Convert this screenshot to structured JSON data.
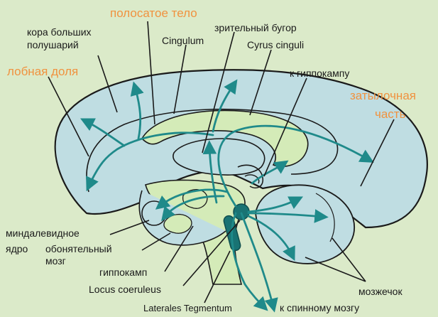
{
  "labels": {
    "striatum": "полосатое тело",
    "cortex_line1": "кора больших",
    "cortex_line2": "полушарий",
    "cingulum": "Cingulum",
    "thalamus": "зрительный бугор",
    "cyrus": "Cyrus cinguli",
    "to_hippocampus": "к гиппокампу",
    "frontal": "лобная доля",
    "occipital_line1": "затылочная",
    "occipital_line2": "часть",
    "amygdala_line1": "миндалевидное",
    "amygdala_line2": "ядро",
    "olfactory_line1": "обонятельный",
    "olfactory_line2": "мозг",
    "hippocampus": "гиппокамп",
    "locus": "Locus coeruleus",
    "tegmentum": "Laterales Tegmentum",
    "spinal": "к спинному мозгу",
    "cerebellum": "мозжечок"
  },
  "colors": {
    "background": "#dbeac9",
    "brain_fill": "#bfdde2",
    "outline": "#1a1a1a",
    "pathway": "#1f8a8a",
    "nucleus": "#197373",
    "highlight_label": "#f0923f",
    "label": "#1a1a1a"
  }
}
